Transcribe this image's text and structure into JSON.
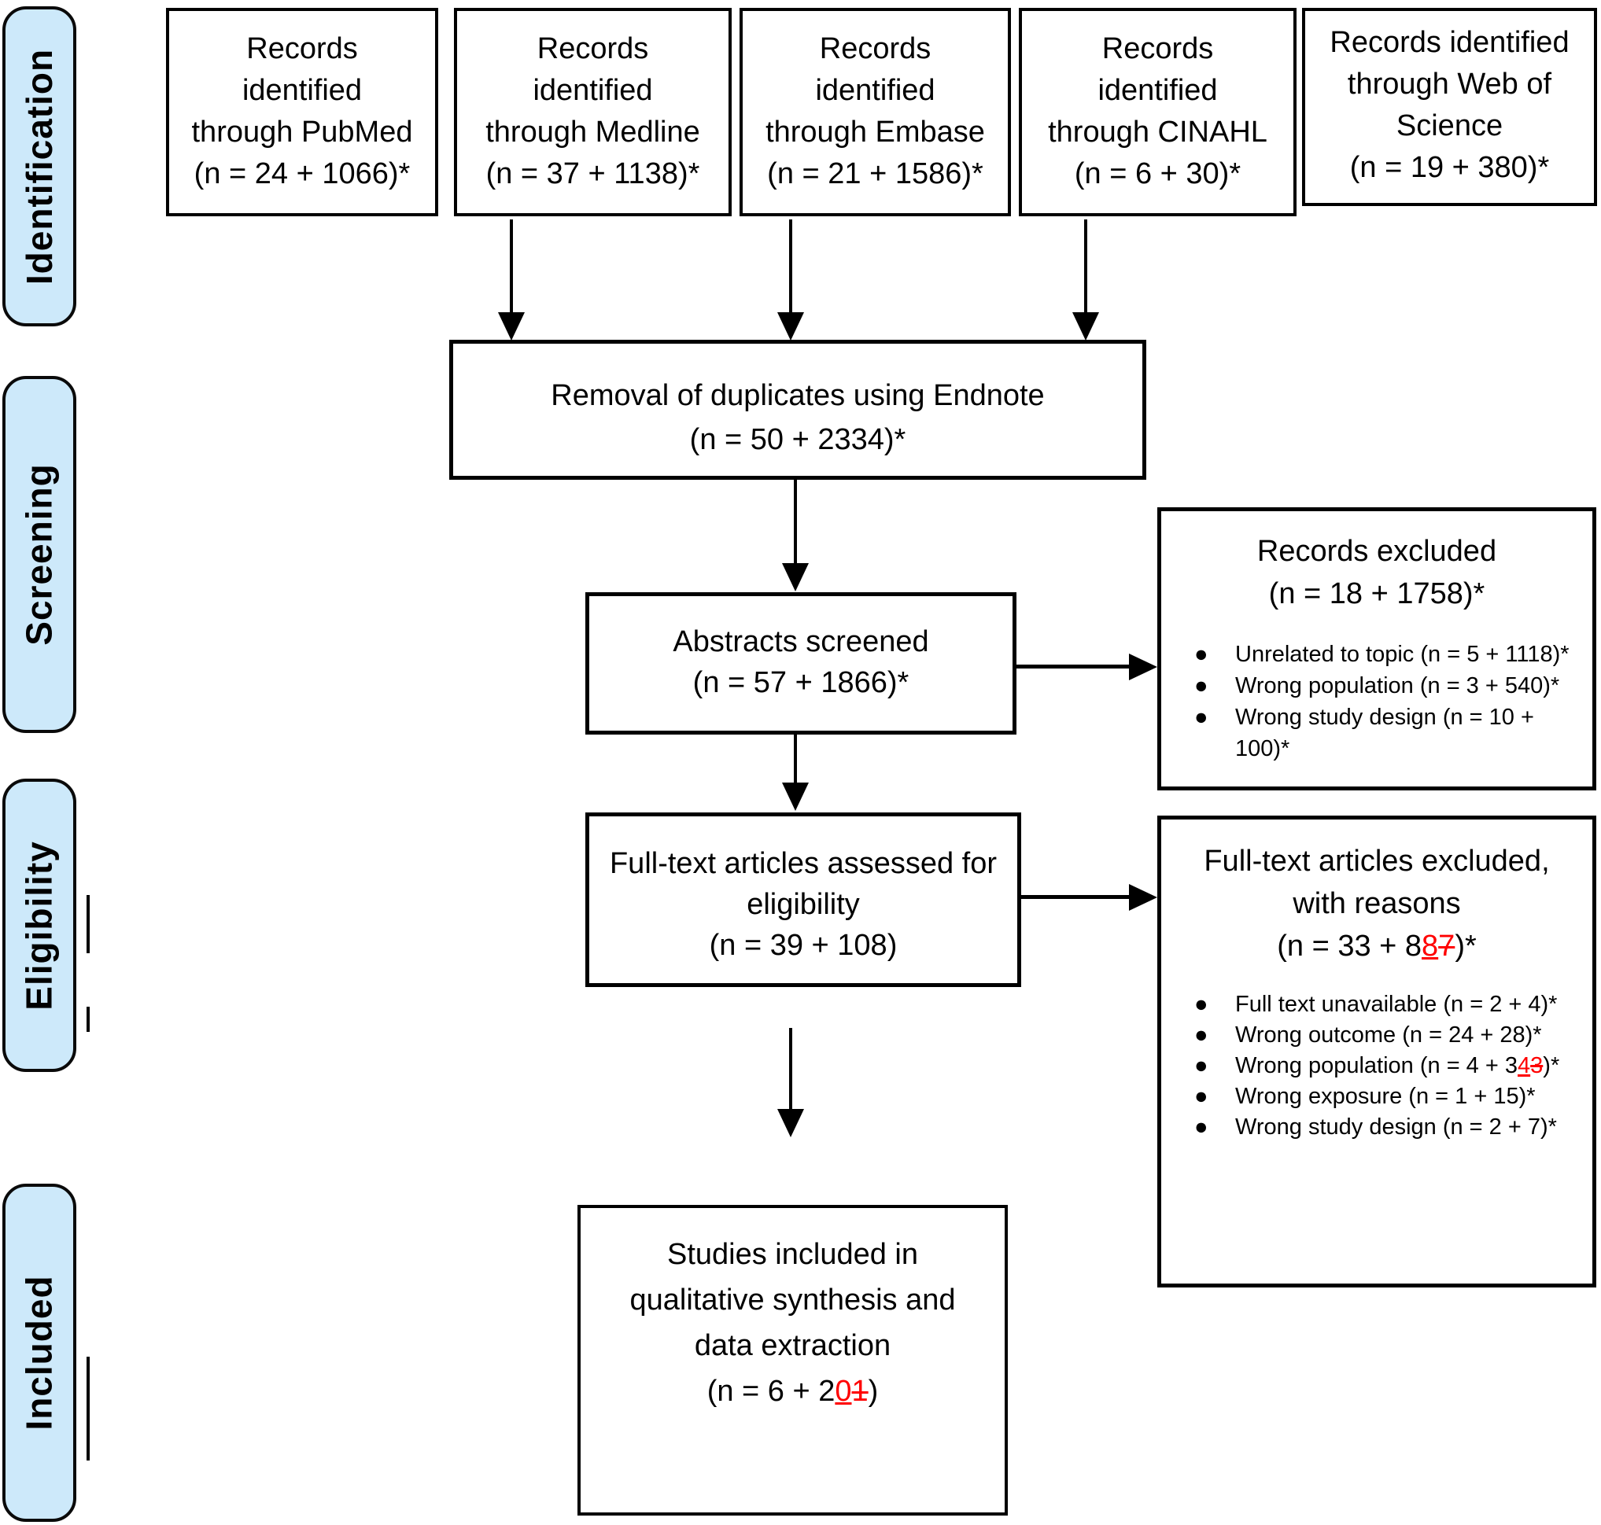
{
  "stages": [
    {
      "label": "Identification"
    },
    {
      "label": "Screening"
    },
    {
      "label": "Eligibility"
    },
    {
      "label": "Included"
    }
  ],
  "sources": [
    {
      "lines": [
        "Records",
        "identified",
        "through PubMed",
        "(n = 24 + 1066)*"
      ]
    },
    {
      "lines": [
        "Records",
        "identified",
        "through Medline",
        "(n = 37 + 1138)*"
      ]
    },
    {
      "lines": [
        "Records",
        "identified",
        "through Embase",
        "(n = 21 + 1586)*"
      ]
    },
    {
      "lines": [
        "Records",
        "identified",
        "through CINAHL",
        "(n = 6 + 30)*"
      ]
    },
    {
      "lines": [
        "Records identified",
        "through Web of",
        "Science",
        "(n = 19 + 380)*"
      ]
    }
  ],
  "duplicates": {
    "lines": [
      "Removal of duplicates using Endnote",
      "(n = 50 + 2334)*"
    ]
  },
  "abstracts": {
    "lines": [
      "Abstracts screened",
      "(n = 57 + 1866)*"
    ]
  },
  "records_excluded": {
    "title": "Records excluded",
    "count": "(n = 18 + 1758)*",
    "bullets": [
      "Unrelated to topic (n = 5 + 1118)*",
      "Wrong population (n = 3 + 540)*",
      "Wrong study design (n = 10 + 100)*"
    ]
  },
  "fulltext": {
    "lines": [
      "Full-text articles assessed for",
      "eligibility",
      "(n = 39 + 108)"
    ]
  },
  "fulltext_excluded": {
    "title_lines": [
      "Full-text articles excluded,",
      "with reasons"
    ],
    "count": {
      "pre": "(n = 33 + 8",
      "inserted": "8",
      "deleted": "7",
      "post": ")*"
    },
    "bullets_before": [
      "Full text unavailable (n = 2 + 4)*",
      "Wrong outcome (n = 24 + 28)*"
    ],
    "bullet_edited": {
      "pre": "Wrong population (n = 4 + 3",
      "inserted": "4",
      "deleted": "3",
      "post": ")*"
    },
    "bullets_after": [
      "Wrong exposure (n = 1 + 15)*",
      "Wrong study design (n = 2 + 7)*"
    ]
  },
  "studies": {
    "lines": [
      "Studies included in",
      "qualitative synthesis and",
      "data extraction"
    ],
    "count": {
      "pre": "(n = 6 + 2",
      "inserted": "0",
      "deleted": "1",
      "post": ")"
    }
  },
  "colors": {
    "stage_fill": "#cde9fa",
    "edit_red": "#ff0000",
    "line": "#000000"
  }
}
